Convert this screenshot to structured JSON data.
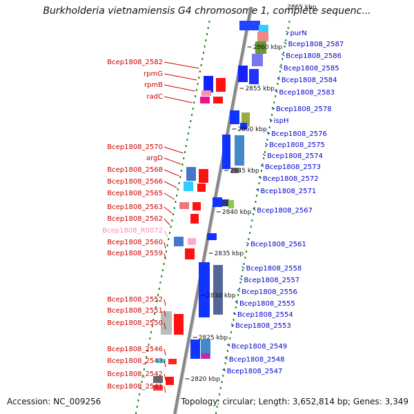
{
  "title": "Burkholderia vietnamiensis G4 chromosome 1, complete sequenc...",
  "top_tick": "2865 kbp",
  "accession": "Accession: NC_009256",
  "summary": "Topology: circular; Length: 3,652,814 bp; Genes: 3,349",
  "colors": {
    "forward_label": "#cc0000",
    "reverse_label": "#0000cc",
    "rna_label": "#ff88bb",
    "forward_gene": "#ff0000",
    "reverse_gene": "#0000ff",
    "backbone": "#888888",
    "dots": "#228822"
  },
  "ticks": [
    "2860 kbp",
    "2855 kbp",
    "2850 kbp",
    "2845 kbp",
    "2840 kbp",
    "2835 kbp",
    "2830 kbp",
    "2825 kbp",
    "2820 kbp"
  ],
  "left_labels": [
    "Bcep1808_2582",
    "rpmG",
    "rpmB",
    "radC",
    "Bcep1808_2570",
    "argD",
    "Bcep1808_2568",
    "Bcep1808_2566",
    "Bcep1808_2565",
    "Bcep1808_2563",
    "Bcep1808_2562",
    "Bcep1808_R0072",
    "Bcep1808_2560",
    "Bcep1808_2559",
    "Bcep1808_2552",
    "Bcep1808_2551",
    "Bcep1808_2550",
    "Bcep1808_2546",
    "Bcep1808_2543",
    "Bcep1808_2542",
    "Bcep1808_2541"
  ],
  "right_labels": [
    "purN",
    "Bcep1808_2587",
    "Bcep1808_2586",
    "Bcep1808_2585",
    "Bcep1808_2584",
    "Bcep1808_2583",
    "Bcep1808_2578",
    "ispH",
    "Bcep1808_2576",
    "Bcep1808_2575",
    "Bcep1808_2574",
    "Bcep1808_2573",
    "Bcep1808_2572",
    "Bcep1808_2571",
    "Bcep1808_2567",
    "Bcep1808_2561",
    "Bcep1808_2558",
    "Bcep1808_2557",
    "Bcep1808_2556",
    "Bcep1808_2555",
    "Bcep1808_2554",
    "Bcep1808_2553",
    "Bcep1808_2549",
    "Bcep1808_2548",
    "Bcep1808_2547"
  ]
}
